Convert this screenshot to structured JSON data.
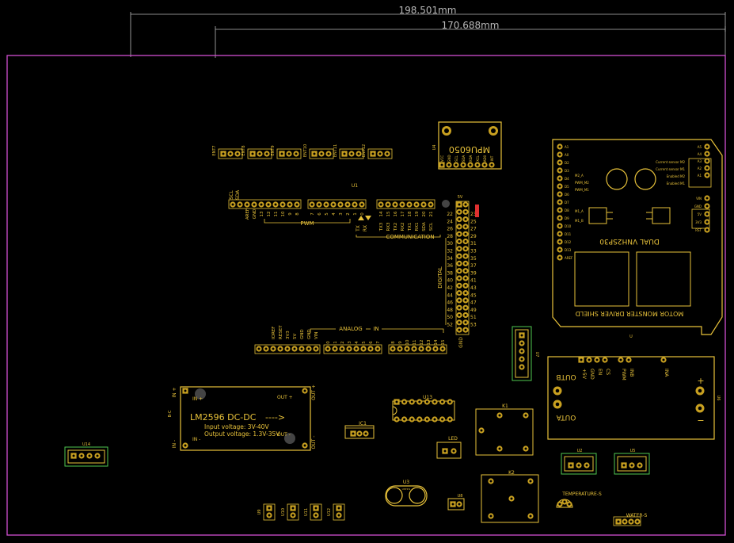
{
  "colors": {
    "board_outline": "#d24fd2",
    "silkscreen": "#e8c23a",
    "pad_copper": "#c8a020",
    "dimension": "#b8b8b8",
    "courtyard": "#50c850",
    "marker_red": "#e03030"
  },
  "dimensions": {
    "overall_width": "198.501mm",
    "inner_width": "170.688mm"
  },
  "arduino": {
    "ref": "U1",
    "top_labels_i2c": [
      "SCL",
      "SDA"
    ],
    "pwm_numbers": [
      "AREF",
      "GND",
      "13",
      "12",
      "11",
      "10",
      "9",
      "8",
      "7",
      "6",
      "5",
      "4",
      "3",
      "2",
      "1",
      "0"
    ],
    "pwm_title": "PWM",
    "tx_label": "TX",
    "rx_label": "RX",
    "comm_numbers": [
      "TX3",
      "RX3",
      "TX2",
      "RX2",
      "TX1",
      "RX1",
      "SDA",
      "SCL"
    ],
    "comm_top_numbers": [
      "14",
      "15",
      "16",
      "17",
      "18",
      "19",
      "20",
      "21"
    ],
    "comm_title": "COMMUNICATION",
    "header_5v": "5V",
    "digital_left": [
      "22",
      "24",
      "26",
      "28",
      "30",
      "32",
      "34",
      "36",
      "38",
      "40",
      "42",
      "44",
      "46",
      "48",
      "50",
      "52"
    ],
    "digital_right": [
      "23",
      "25",
      "27",
      "29",
      "31",
      "33",
      "35",
      "37",
      "39",
      "41",
      "43",
      "45",
      "47",
      "49",
      "51",
      "53"
    ],
    "digital_title": "DIGITAL",
    "gnd_bottom": "GND",
    "power_pins": [
      "IOREF",
      "RESET",
      "3V3",
      "5V",
      "GND",
      "GND",
      "VIN"
    ],
    "analog_title": "ANALOG",
    "analog_in": "IN",
    "analog_numbers": [
      "0",
      "1",
      "2",
      "3",
      "4",
      "5",
      "6",
      "7",
      "8",
      "9",
      "10",
      "11",
      "12",
      "13",
      "14",
      "15"
    ]
  },
  "encoder_headers": [
    "ENT7",
    "ENT8",
    "ENT9",
    "ENT10",
    "ENT11",
    "ENT12"
  ],
  "mpu": {
    "ref": "U4",
    "name": "MPU6050",
    "pins": [
      "VCC",
      "GND",
      "SCL",
      "SDA",
      "XDA",
      "XCL",
      "AD0",
      "INT"
    ]
  },
  "motor_shield": {
    "ref": "U",
    "title_line1": "DUAL VNH2SP30",
    "title_line2": "MOTOR MONSTER DRIVER SHIELD",
    "left_pins": [
      "A1",
      "A0",
      "D2",
      "D3",
      "D4",
      "D5",
      "D6",
      "D7",
      "D8",
      "D9",
      "D10",
      "D11",
      "D12",
      "D13",
      "AREF"
    ],
    "right_pins": [
      "A5",
      "A4",
      "A3",
      "A2",
      "A1",
      "VIN",
      "GND",
      "5V",
      "3V3",
      "RST"
    ],
    "left_notes": [
      "M2_A",
      "PWM_M2",
      "PWM_M1",
      "M1_A",
      "M1_B"
    ],
    "right_notes": [
      "Current sensor M2",
      "Current sensor M1",
      "Enabled M2",
      "Enabled M1"
    ]
  },
  "lm2596": {
    "ref": "B-C",
    "title": "LM2596 DC-DC",
    "arrow": "---->",
    "input_voltage": "Input voltage: 3V-40V",
    "output_voltage": "Output voltage: 1.3V-35V",
    "in_plus": "IN +",
    "in_minus": "IN -",
    "out_plus": "OUT +",
    "out_minus": "OUT -"
  },
  "ic1": {
    "ref": "IC1"
  },
  "u13": {
    "ref": "U13"
  },
  "k1": {
    "ref": "K1"
  },
  "k2": {
    "ref": "K2"
  },
  "led": {
    "ref": "LED"
  },
  "u3": {
    "ref": "U3",
    "sub": "USTP-S"
  },
  "u8": {
    "ref": "U8"
  },
  "u14": {
    "ref": "U14"
  },
  "u7": {
    "ref": "U7"
  },
  "u2": {
    "ref": "U2"
  },
  "u5": {
    "ref": "U5"
  },
  "small_jumpers": [
    "U9",
    "U10",
    "U11",
    "U12"
  ],
  "l298": {
    "ref": "U6",
    "pins": [
      "+5V",
      "GND",
      "EN",
      "CS",
      "PWM",
      "INB",
      "INA"
    ],
    "out_b": "OUTB",
    "out_a": "OUTA",
    "plus": "+",
    "minus": "−"
  },
  "temperature": {
    "label": "TEMPERATURE-S"
  },
  "water": {
    "label": "WATER-S"
  }
}
